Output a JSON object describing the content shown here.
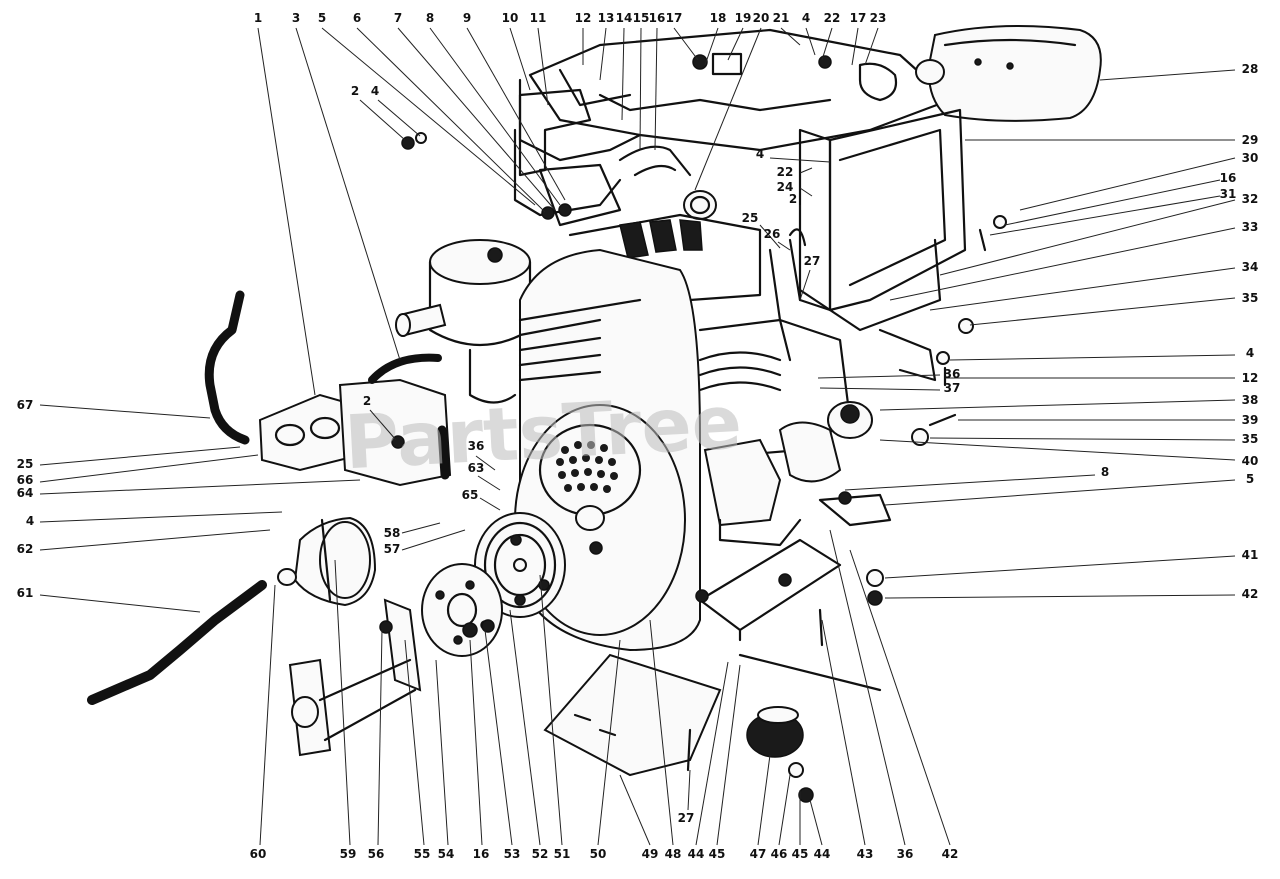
{
  "watermark": "PartsTree",
  "top_labels": [
    "1",
    "3",
    "5",
    "6",
    "7",
    "8",
    "9",
    "10",
    "11",
    "12",
    "13",
    "14",
    "15",
    "16",
    "17",
    "18",
    "19",
    "20",
    "21",
    "4",
    "22",
    "17",
    "23"
  ],
  "top_right_label": "28",
  "left_labels": [
    "2",
    "4",
    "67",
    "25",
    "66",
    "64",
    "4",
    "62",
    "61",
    "2",
    "36",
    "63",
    "65",
    "58",
    "57"
  ],
  "right_labels": [
    "29",
    "30",
    "16",
    "31",
    "32",
    "33",
    "34",
    "35",
    "4",
    "12",
    "38",
    "39",
    "35",
    "40",
    "5",
    "41",
    "42",
    "4",
    "22",
    "24",
    "2",
    "25",
    "26",
    "27",
    "36",
    "37",
    "8"
  ],
  "bottom_labels": [
    "60",
    "59",
    "56",
    "55",
    "54",
    "16",
    "53",
    "52",
    "51",
    "50",
    "49",
    "48",
    "44",
    "45",
    "47",
    "46",
    "45",
    "44",
    "43",
    "36",
    "42",
    "27"
  ]
}
